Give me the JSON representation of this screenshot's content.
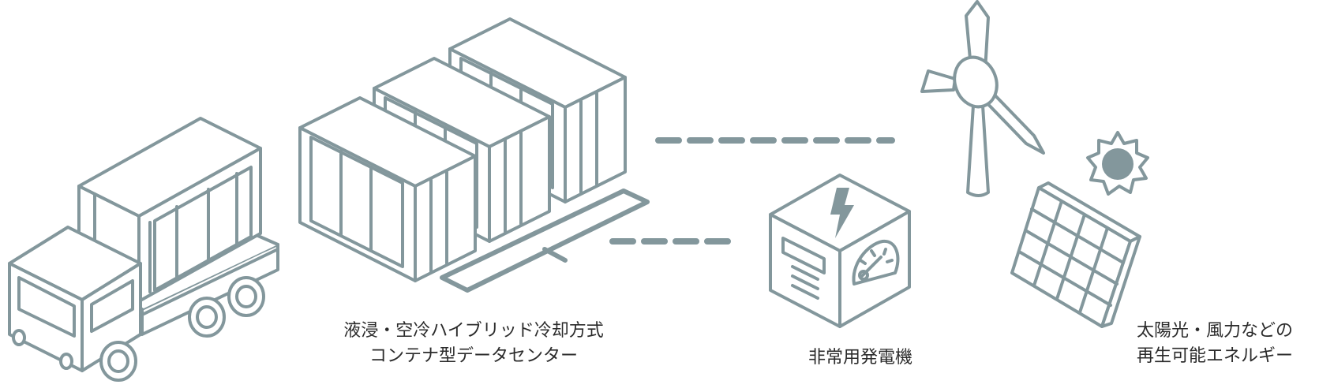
{
  "colors": {
    "line": "#83979c",
    "fill": "#ffffff",
    "text": "#2b2b2b"
  },
  "icons": [
    "truck-icon",
    "container-datacenter-icon",
    "generator-icon",
    "lightning-icon",
    "gauge-icon",
    "wind-turbine-icon",
    "sun-icon",
    "solar-panel-icon"
  ],
  "captions": {
    "datacenter": {
      "line1": "液浸・空冷ハイブリッド冷却方式",
      "line2": "コンテナ型データセンター"
    },
    "generator": {
      "line1": "非常用発電機"
    },
    "renewable": {
      "line1": "太陽光・風力などの",
      "line2": "再生可能エネルギー"
    }
  }
}
